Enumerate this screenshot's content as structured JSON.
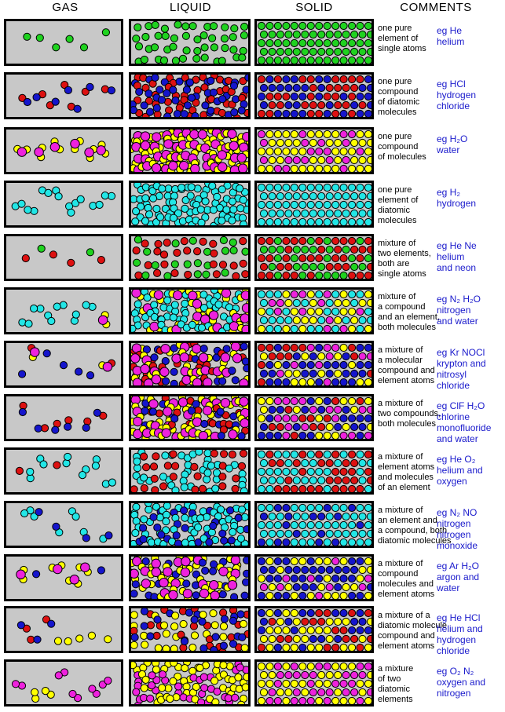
{
  "headers": {
    "gas": "GAS",
    "liquid": "LIQUID",
    "solid": "SOLID",
    "comments": "COMMENTS"
  },
  "colors": {
    "background": "#c8c8c8",
    "green": "#1fd21f",
    "red": "#dd1111",
    "blue": "#1515cc",
    "magenta": "#ee22dd",
    "yellow": "#ffff00",
    "cyan": "#22e6e6",
    "example_text": "#1a1acc"
  },
  "rows": [
    {
      "id": "he",
      "comment": "one pure\nelement of\nsingle atoms",
      "example": "eg He\nhelium",
      "particles": [
        {
          "type": "single",
          "atoms": [
            "green"
          ],
          "weight": 1
        }
      ]
    },
    {
      "id": "hcl",
      "comment": "one pure\ncompound\nof diatomic\nmolecules",
      "example": "eg HCl\nhydrogen\nchloride",
      "particles": [
        {
          "type": "diatomic",
          "atoms": [
            "red",
            "blue"
          ],
          "weight": 1
        }
      ]
    },
    {
      "id": "h2o",
      "comment": "one pure\ncompound\nof molecules",
      "example": "eg H₂O\nwater",
      "particles": [
        {
          "type": "triatomic",
          "atoms": [
            "magenta",
            "yellow",
            "yellow"
          ],
          "weight": 1
        }
      ]
    },
    {
      "id": "h2",
      "comment": "one pure\nelement of\ndiatomic\nmolecules",
      "example": "eg H₂\nhydrogen",
      "particles": [
        {
          "type": "diatomic",
          "atoms": [
            "cyan",
            "cyan"
          ],
          "weight": 1
        }
      ]
    },
    {
      "id": "he-ne",
      "comment": "mixture of\ntwo elements,\nboth are\nsingle atoms",
      "example": "eg He Ne\nhelium\nand neon",
      "particles": [
        {
          "type": "single",
          "atoms": [
            "green"
          ],
          "weight": 1
        },
        {
          "type": "single",
          "atoms": [
            "red"
          ],
          "weight": 1
        }
      ]
    },
    {
      "id": "n2-h2o",
      "comment": "mixture of\na compound\nand an element,\nboth molecules",
      "example": "eg N₂ H₂O\nnitrogen\nand water",
      "particles": [
        {
          "type": "diatomic",
          "atoms": [
            "cyan",
            "cyan"
          ],
          "weight": 1
        },
        {
          "type": "triatomic",
          "atoms": [
            "magenta",
            "yellow",
            "yellow"
          ],
          "weight": 1
        }
      ]
    },
    {
      "id": "kr-nocl",
      "comment": "a mixture of\na molecular\ncompound and\nelement atoms",
      "example": "eg Kr NOCl\nkrypton and\nnitrosyl\nchloride",
      "particles": [
        {
          "type": "single",
          "atoms": [
            "blue"
          ],
          "weight": 1
        },
        {
          "type": "triatomic",
          "atoms": [
            "magenta",
            "yellow",
            "red"
          ],
          "weight": 1
        }
      ]
    },
    {
      "id": "clf-h2o",
      "comment": "a mixture of\ntwo compounds,\nboth molecules",
      "example": "eg ClF H₂O\nchlorine\nmonofluoride\nand water",
      "particles": [
        {
          "type": "diatomic",
          "atoms": [
            "red",
            "blue"
          ],
          "weight": 1
        },
        {
          "type": "triatomic",
          "atoms": [
            "magenta",
            "yellow",
            "yellow"
          ],
          "weight": 1
        }
      ]
    },
    {
      "id": "he-o2",
      "comment": "a mixture of\nelement atoms\nand molecules\nof an element",
      "example": "eg He O₂\nhelium and\noxygen",
      "particles": [
        {
          "type": "single",
          "atoms": [
            "red"
          ],
          "weight": 1
        },
        {
          "type": "diatomic",
          "atoms": [
            "cyan",
            "cyan"
          ],
          "weight": 1
        }
      ]
    },
    {
      "id": "n2-no",
      "comment": "a mixture of\nan element and\na compound, both\ndiatomic molecules",
      "example": "eg N₂  NO\nnitrogen\nnitrogen\nmonoxide",
      "particles": [
        {
          "type": "diatomic",
          "atoms": [
            "cyan",
            "cyan"
          ],
          "weight": 1
        },
        {
          "type": "diatomic",
          "atoms": [
            "cyan",
            "blue"
          ],
          "weight": 1
        }
      ]
    },
    {
      "id": "ar-h2o",
      "comment": "a mixture of\ncompound\nmolecules and\nelement atoms",
      "example": "eg Ar H₂O\nargon and\nwater",
      "particles": [
        {
          "type": "single",
          "atoms": [
            "blue"
          ],
          "weight": 1
        },
        {
          "type": "triatomic",
          "atoms": [
            "magenta",
            "yellow",
            "yellow"
          ],
          "weight": 1
        }
      ]
    },
    {
      "id": "he-hcl",
      "comment": "a mixture of a\ndiatomic molecule\ncompound and\nelement atoms",
      "example": "eg He HCl\nhelium and\nhydrogen\nchloride",
      "particles": [
        {
          "type": "single",
          "atoms": [
            "yellow"
          ],
          "weight": 1
        },
        {
          "type": "diatomic",
          "atoms": [
            "red",
            "blue"
          ],
          "weight": 1
        }
      ]
    },
    {
      "id": "o2-n2",
      "comment": "a mixture\nof two\ndiatomic\nelements",
      "example": "eg O₂   N₂\noxygen and\nnitrogen",
      "particles": [
        {
          "type": "diatomic",
          "atoms": [
            "magenta",
            "magenta"
          ],
          "weight": 1
        },
        {
          "type": "diatomic",
          "atoms": [
            "yellow",
            "yellow"
          ],
          "weight": 1
        }
      ]
    }
  ]
}
